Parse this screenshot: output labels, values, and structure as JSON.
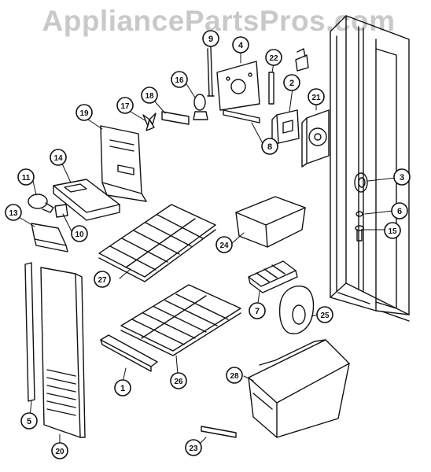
{
  "watermark": "AppliancePartsPros.com",
  "callouts": [
    "1",
    "2",
    "3",
    "4",
    "5",
    "6",
    "7",
    "8",
    "9",
    "10",
    "11",
    "13",
    "14",
    "15",
    "16",
    "17",
    "18",
    "19",
    "20",
    "21",
    "22",
    "23",
    "24",
    "25",
    "26",
    "27",
    "28"
  ],
  "colors": {
    "ink": "#111111",
    "watermark": "#c9c9c9",
    "background": "#ffffff"
  }
}
